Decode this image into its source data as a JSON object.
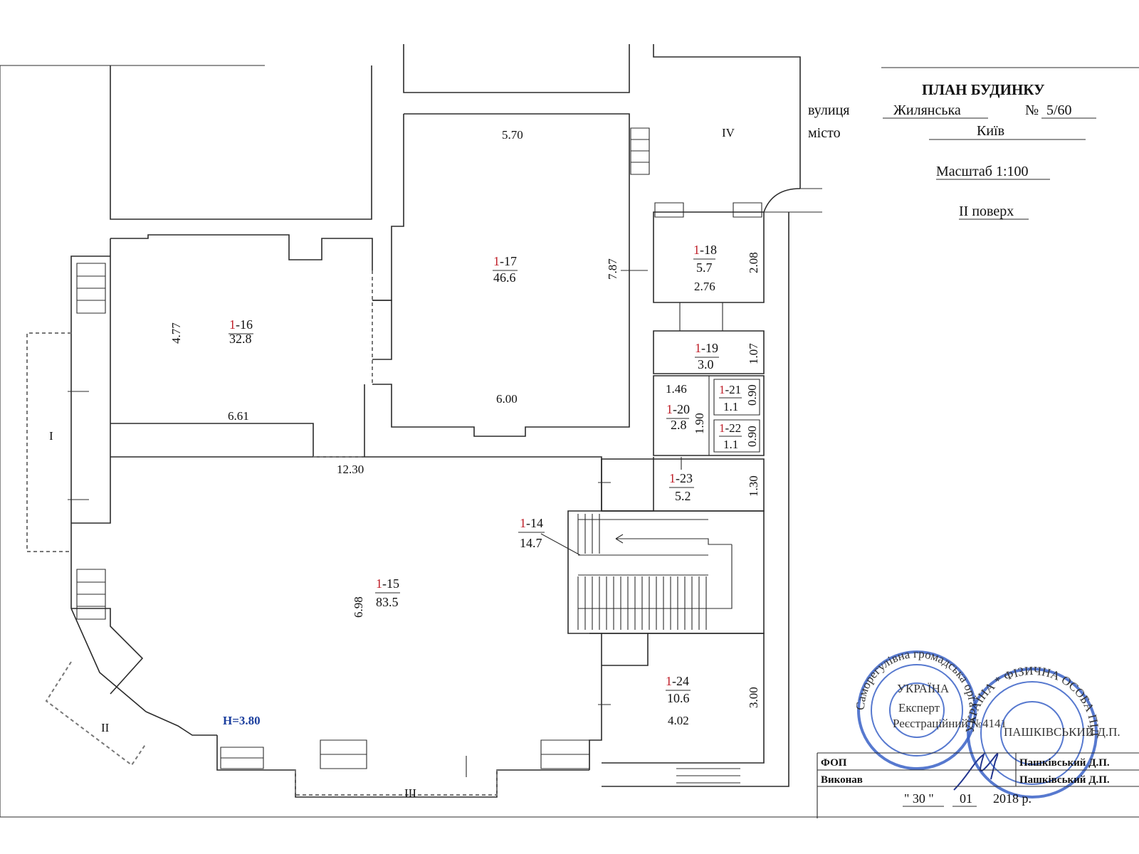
{
  "header": {
    "title": "ПЛАН БУДИНКУ",
    "street_label": "вулиця",
    "street": "Жилянська",
    "number_label": "№",
    "number": "5/60",
    "city_label": "місто",
    "city": "Київ",
    "scale": "Масштаб 1:100",
    "floor": "II поверх"
  },
  "rooms": [
    {
      "prefix": "1",
      "num": "-14",
      "area": "14.7"
    },
    {
      "prefix": "1",
      "num": "-15",
      "area": "83.5"
    },
    {
      "prefix": "1",
      "num": "-16",
      "area": "32.8"
    },
    {
      "prefix": "1",
      "num": "-17",
      "area": "46.6"
    },
    {
      "prefix": "1",
      "num": "-18",
      "area": "5.7"
    },
    {
      "prefix": "1",
      "num": "-19",
      "area": "3.0"
    },
    {
      "prefix": "1",
      "num": "-20",
      "area": "2.8"
    },
    {
      "prefix": "1",
      "num": "-21",
      "area": "1.1"
    },
    {
      "prefix": "1",
      "num": "-22",
      "area": "1.1"
    },
    {
      "prefix": "1",
      "num": "-23",
      "area": "5.2"
    },
    {
      "prefix": "1",
      "num": "-24",
      "area": "10.6"
    }
  ],
  "dimensions": [
    "5.70",
    "7.87",
    "4.77",
    "6.61",
    "6.00",
    "12.30",
    "2.08",
    "2.76",
    "1.07",
    "1.46",
    "1.90",
    "0.90",
    "0.90",
    "1.30",
    "6.98",
    "3.00",
    "4.02"
  ],
  "sections": [
    "I",
    "II",
    "III",
    "IV"
  ],
  "height_note": "H=3.80",
  "title_block": {
    "row1_label": "ФОП",
    "row1_name": "Пашківський Д.П.",
    "row2_label": "Виконав",
    "row2_name": "Пашківський Д.П.",
    "date_day": "\" 30 \"",
    "date_month": "01",
    "date_year": "2018 р."
  },
  "stamps": {
    "left_ring": "Саморегулівна громадська організація * архітектурної діяльності *",
    "left_center_top": "УКРАЇНА",
    "left_center": "Експерт",
    "left_center_bottom": "Реєстраційний №4141",
    "right_ring": "УКРАЇНА * ФІЗИЧНА ОСОБА ПІДПРИЄМЕЦЬ *",
    "right_center": "ПАШКІВСЬКИЙ Д.П."
  },
  "colors": {
    "room_prefix": "#c0202a",
    "height_note": "#1c3f9e",
    "stamp": "#3a62c7",
    "lines": "#2b2b2b"
  }
}
